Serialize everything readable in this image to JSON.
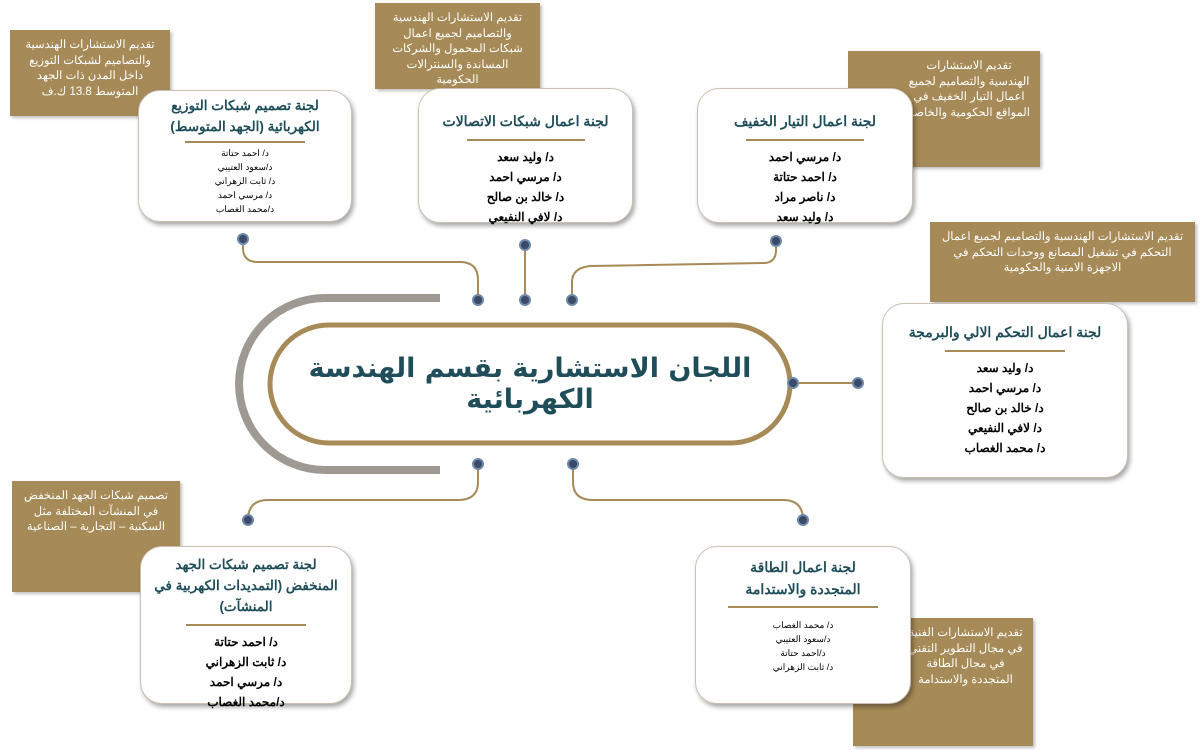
{
  "title": "اللجان الاستشارية بقسم الهندسة الكهربائية",
  "colors": {
    "accent_gold": "#a68a57",
    "title_teal": "#1f4e5a",
    "arc_gray": "#9e9a93",
    "dot_navy": "#3a4a68"
  },
  "committees": [
    {
      "id": "distribution_mv",
      "title": "لجنة تصميم شبكات التوزيع الكهربائية (الجهد المتوسط)",
      "members": [
        "د/ احمد حتاتة",
        "د/سعود العتيبي",
        "د/ ثابت الزهراني",
        "د/ مرسي احمد",
        "د/محمد الغصاب"
      ],
      "description": "تقديم الاستشارات الهندسية والتصاميم لشبكات التوزيع داخل المدن ذات الجهد المتوسط 13.8 ك.ف"
    },
    {
      "id": "telecom",
      "title": "لجنة اعمال شبكات الاتصالات",
      "members": [
        "د/ وليد سعد",
        "د/ مرسي احمد",
        "د/ خالد بن صالح",
        "د/ لافي النفيعي"
      ],
      "description": "تقديم الاستشارات الهندسية والتصاميم لجميع اعمال شبكات المحمول والشركات المساندة والسنترالات الحكومية"
    },
    {
      "id": "light_current",
      "title": "لجنة اعمال التيار الخفيف",
      "members": [
        "د/ مرسي احمد",
        "د/ احمد حتاتة",
        "د/ ناصر مراد",
        "د/ وليد سعد"
      ],
      "description": "تقديم الاستشارات الهندسية والتصاميم لجميع اعمال التيار الخفيف في المواقع الحكومية والخاصة"
    },
    {
      "id": "automation",
      "title": "لجنة اعمال التحكم الالي والبرمجة",
      "members": [
        "د/ وليد سعد",
        "د/ مرسي احمد",
        "د/ خالد بن صالح",
        "د/ لافي النفيعي",
        "د/ محمد الغصاب"
      ],
      "description": "تقديم الاستشارات الهندسية والتصاميم لجميع اعمال التحكم في تشغيل المصانع ووحدات التحكم في الاجهزة الامنية والحكومية"
    },
    {
      "id": "low_voltage",
      "title": "لجنة تصميم شبكات الجهد المنخفض (التمديدات الكهربية في المنشآت)",
      "members": [
        "د/ احمد حتاتة",
        "د/ ثابت الزهراني",
        "د/ مرسي احمد",
        "د/محمد الغصاب"
      ],
      "description": "تصميم شبكات الجهد المنخفض في المنشآت المختلفة مثل السكنية – التجارية – الصناعية"
    },
    {
      "id": "renewable",
      "title": "لجنة اعمال الطاقة المتجددة والاستدامة",
      "members": [
        "د/ محمد الغصاب",
        "د/سعود العتيبي",
        "د/احمد حتاتة",
        "د/ ثابت الزهراني"
      ],
      "description": "تقديم الاستشارات الفنية في مجال التطوير التقني في مجال الطاقة المتجددة والاستدامة"
    }
  ]
}
